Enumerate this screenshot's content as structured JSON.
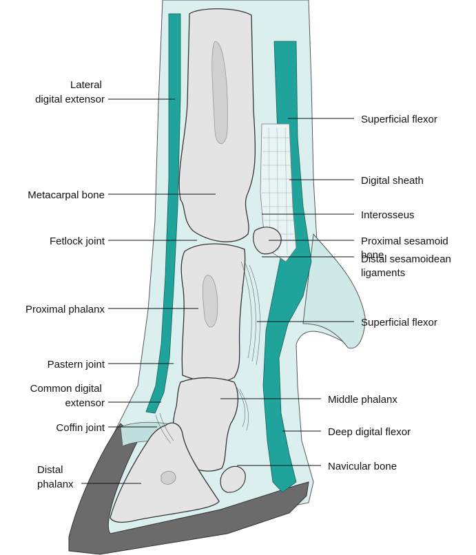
{
  "labels": {
    "lateral_digital_extensor": [
      "Lateral",
      "digital extensor"
    ],
    "metacarpal_bone": "Metacarpal bone",
    "fetlock_joint": "Fetlock joint",
    "proximal_phalanx": "Proximal phalanx",
    "pastern_joint": "Pastern joint",
    "common_digital_extensor": [
      "Common digital",
      "extensor"
    ],
    "coffin_joint": "Coffin joint",
    "distal_phalanx": [
      "Distal",
      "phalanx"
    ],
    "superficial_flexor_top": "Superficial flexor",
    "digital_sheath": "Digital sheath",
    "interosseus": "Interosseus",
    "proximal_sesamoid_bone": [
      "Proximal sesamoid",
      "bone"
    ],
    "distal_sesamoidean_ligaments": [
      "Distal sesamoidean",
      "ligaments"
    ],
    "superficial_flexor_lower": "Superficial flexor",
    "middle_phalanx": "Middle phalanx",
    "deep_digital_flexor": "Deep digital flexor",
    "navicular_bone": "Navicular bone"
  },
  "colors": {
    "tendon_teal": "#1fa39a",
    "sheath_light": "#dcefef",
    "bone": "#e4e4e4",
    "bone_outline": "#333333",
    "hoof_wall": "#6b6b6b",
    "leader_line": "#111111"
  }
}
